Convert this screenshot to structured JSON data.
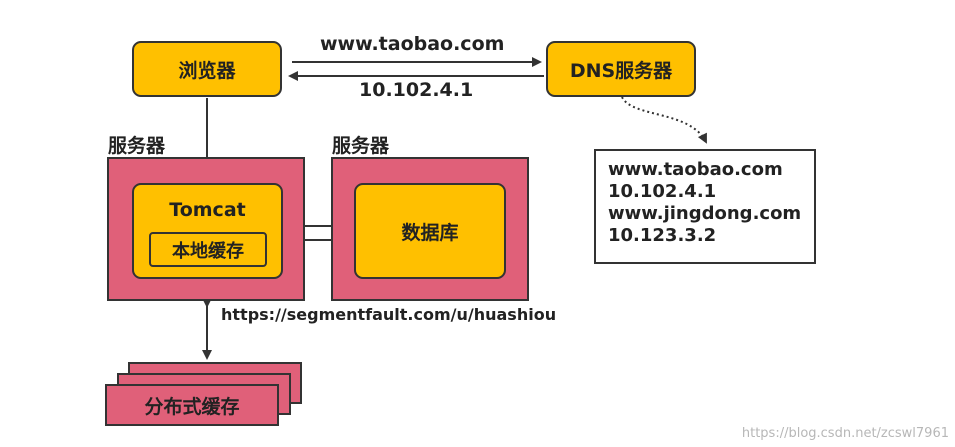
{
  "nodes": {
    "browser": "浏览器",
    "dns": "DNS服务器",
    "server_left_label": "服务器",
    "server_right_label": "服务器",
    "tomcat": "Tomcat",
    "local_cache": "本地缓存",
    "database": "数据库",
    "distributed_cache": "分布式缓存"
  },
  "edges": {
    "request_domain": "www.taobao.com",
    "response_ip": "10.102.4.1",
    "source_url": "https://segmentfault.com/u/huashiou"
  },
  "dns_records": [
    "www.taobao.com",
    "10.102.4.1",
    "www.jingdong.com",
    "10.123.3.2"
  ],
  "watermark": "https://blog.csdn.net/zcswl7961",
  "colors": {
    "node_yellow": "#ffc000",
    "server_pink": "#e06079",
    "outline": "#333333"
  }
}
